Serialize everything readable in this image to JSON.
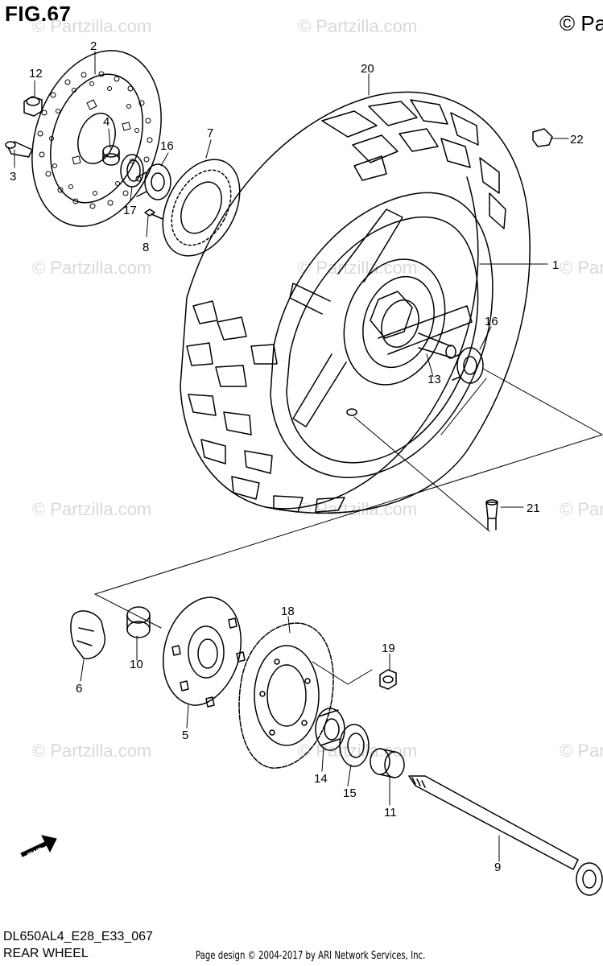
{
  "figure": {
    "title": "FIG.67",
    "copyright_corner": "© Pa",
    "model_code": "DL650AL4_E28_E33_067",
    "diagram_name": "REAR WHEEL",
    "page_credit": "Page design © 2004-2017 by ARI Network Services, Inc."
  },
  "watermark": {
    "text": "© Partzilla.com"
  },
  "callouts": {
    "c1": "1",
    "c2": "2",
    "c3": "3",
    "c4": "4",
    "c5": "5",
    "c6": "6",
    "c7": "7",
    "c8": "8",
    "c9": "9",
    "c10": "10",
    "c11": "11",
    "c12": "12",
    "c13": "13",
    "c14": "14",
    "c15": "15",
    "c16a": "16",
    "c16b": "16",
    "c17": "17",
    "c18": "18",
    "c19": "19",
    "c20": "20",
    "c21": "21",
    "c22": "22"
  },
  "fwd_badge": {
    "text": "FWD"
  }
}
